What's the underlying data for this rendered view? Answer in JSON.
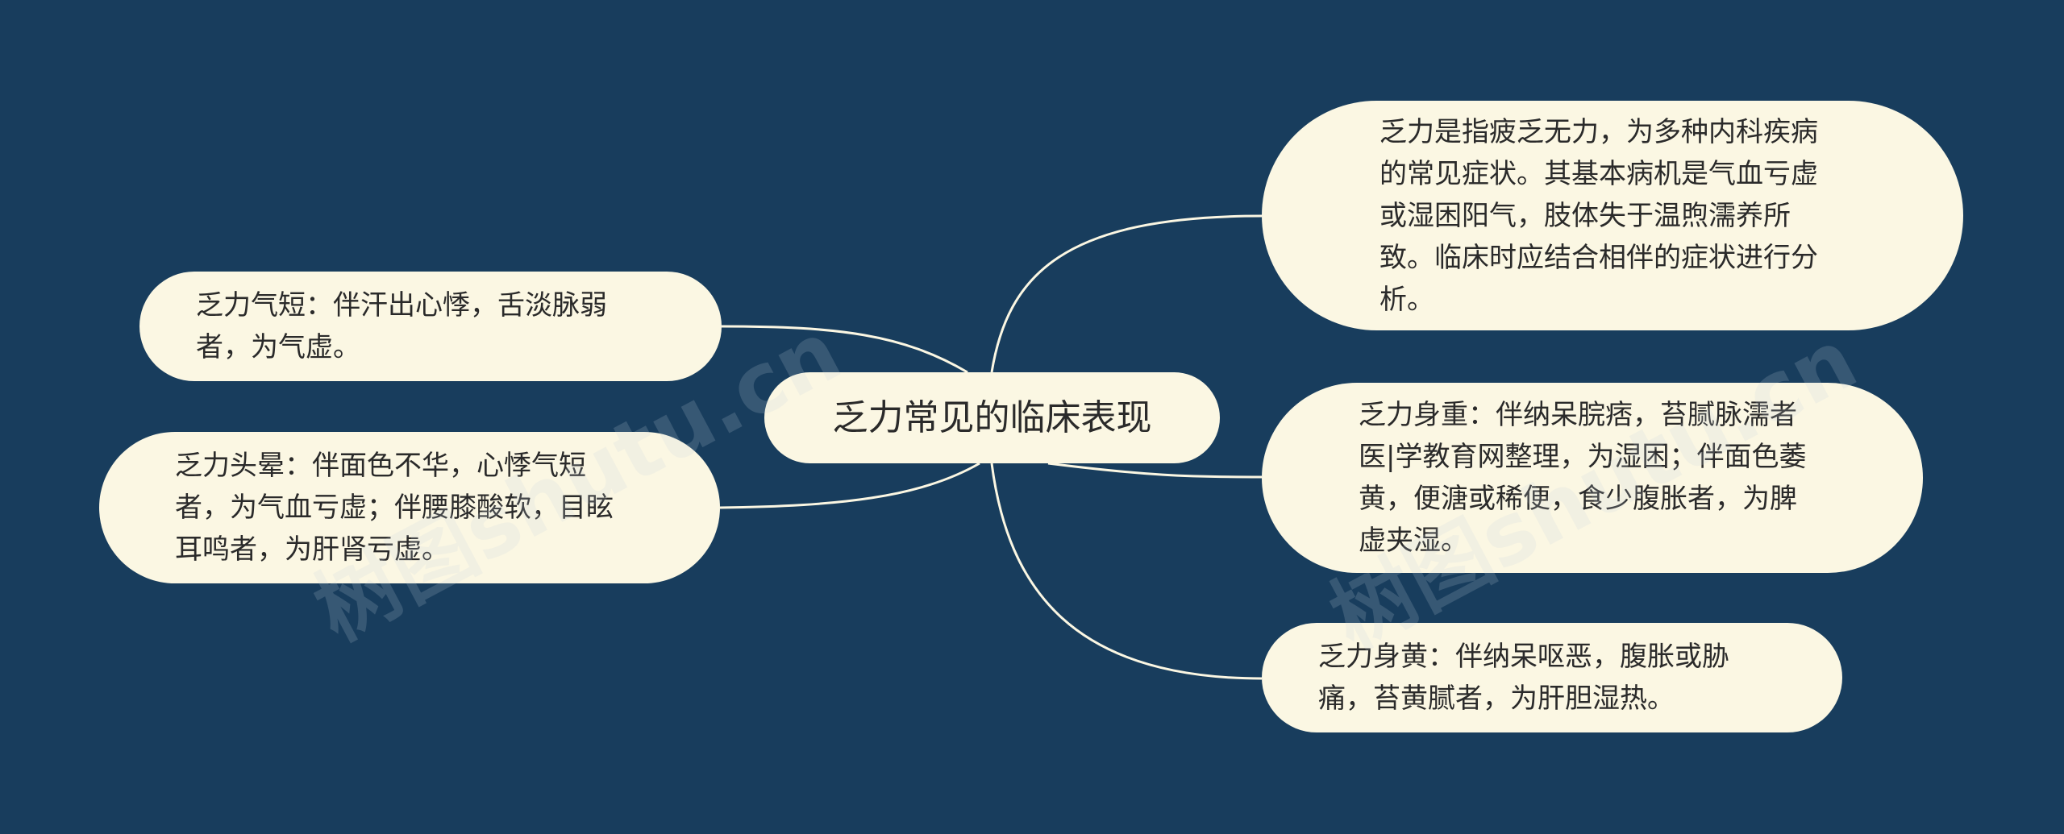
{
  "central": {
    "label": "乏力常见的临床表现"
  },
  "right_nodes": [
    {
      "text": "乏力是指疲乏无力，为多种内科疾病的常见症状。其基本病机是气血亏虚或湿困阳气，肢体失于温煦濡养所致。临床时应结合相伴的症状进行分析。"
    },
    {
      "text": "乏力身重：伴纳呆脘痞，苔腻脉濡者医|学教育网整理，为湿困；伴面色萎黄，便溏或稀便，食少腹胀者，为脾虚夹湿。"
    },
    {
      "text": "乏力身黄：伴纳呆呕恶，腹胀或胁痛，苔黄腻者，为肝胆湿热。"
    }
  ],
  "left_nodes": [
    {
      "text": "乏力气短：伴汗出心悸，舌淡脉弱者，为气虚。"
    },
    {
      "text": "乏力头晕：伴面色不华，心悸气短者，为气血亏虚；伴腰膝酸软，目眩耳鸣者，为肝肾亏虚。"
    }
  ],
  "watermark": {
    "text": "树图shutu.cn"
  },
  "colors": {
    "background": "#183d5d",
    "node_fill": "#fbf7e3",
    "connector": "#fbf7e3",
    "text": "#2a2a2a"
  }
}
